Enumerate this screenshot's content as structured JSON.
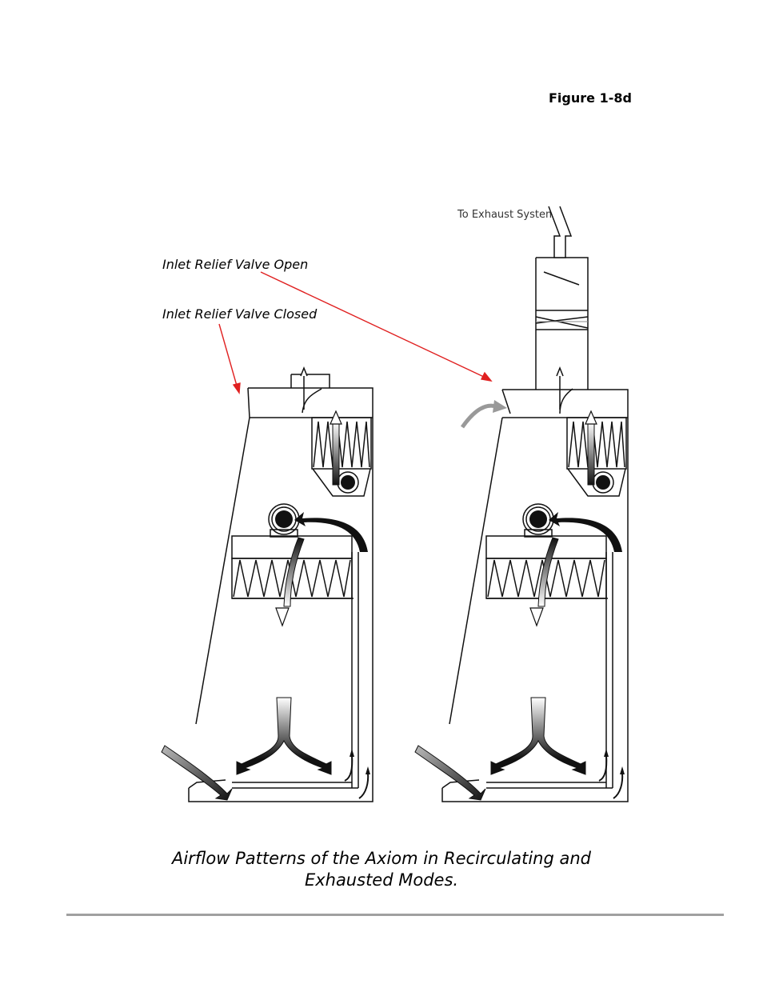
{
  "figure": {
    "label": "Figure 1-8d"
  },
  "callouts": {
    "inlet_open": "Inlet Relief Valve Open",
    "inlet_closed": "Inlet Relief Valve Closed",
    "exhaust": "To Exhaust System"
  },
  "caption": {
    "line1": "Airflow Patterns of the Axiom in Recirculating and",
    "line2": "Exhausted Modes."
  },
  "colors": {
    "leader": "#e02020",
    "rule": "#a0a0a0",
    "outline": "#111111"
  }
}
